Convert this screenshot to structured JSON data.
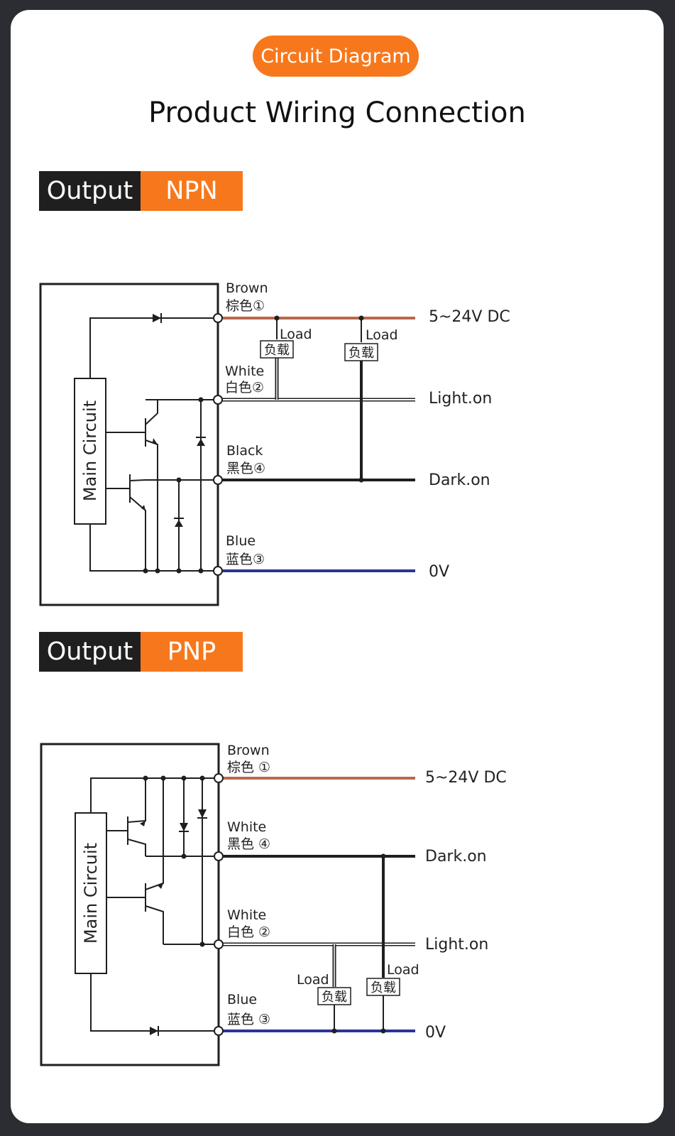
{
  "badge": "Circuit Diagram",
  "title": "Product Wiring Connection",
  "colors": {
    "accent": "#f7781c",
    "brown": "#b9694a",
    "blue": "#2a3597",
    "black": "#1f1f1f"
  },
  "npn": {
    "tag_key": "Output",
    "tag_value": "NPN",
    "main_circuit": "Main Circuit",
    "wires": {
      "brown": {
        "en": "Brown",
        "cn": "棕色①",
        "terminal": "5~24V DC"
      },
      "white": {
        "en": "White",
        "cn": "白色②",
        "terminal": "Light.on"
      },
      "black": {
        "en": "Black",
        "cn": "黑色④",
        "terminal": "Dark.on"
      },
      "blue": {
        "en": "Blue",
        "cn": "蓝色③",
        "terminal": "0V"
      }
    },
    "loads": [
      {
        "en": "Load",
        "cn": "负载"
      },
      {
        "en": "Load",
        "cn": "负载"
      }
    ]
  },
  "pnp": {
    "tag_key": "Output",
    "tag_value": "PNP",
    "main_circuit": "Main Circuit",
    "wires": {
      "brown": {
        "en": "Brown",
        "cn": "棕色 ①",
        "terminal": "5~24V DC"
      },
      "black": {
        "en": "White",
        "cn": "黑色 ④",
        "terminal": "Dark.on"
      },
      "white": {
        "en": "White",
        "cn": "白色 ②",
        "terminal": "Light.on"
      },
      "blue": {
        "en": "Blue",
        "cn": "蓝色 ③",
        "terminal": "0V"
      }
    },
    "loads": [
      {
        "en": "Load",
        "cn": "负载"
      },
      {
        "en": "Load",
        "cn": "负载"
      }
    ]
  }
}
